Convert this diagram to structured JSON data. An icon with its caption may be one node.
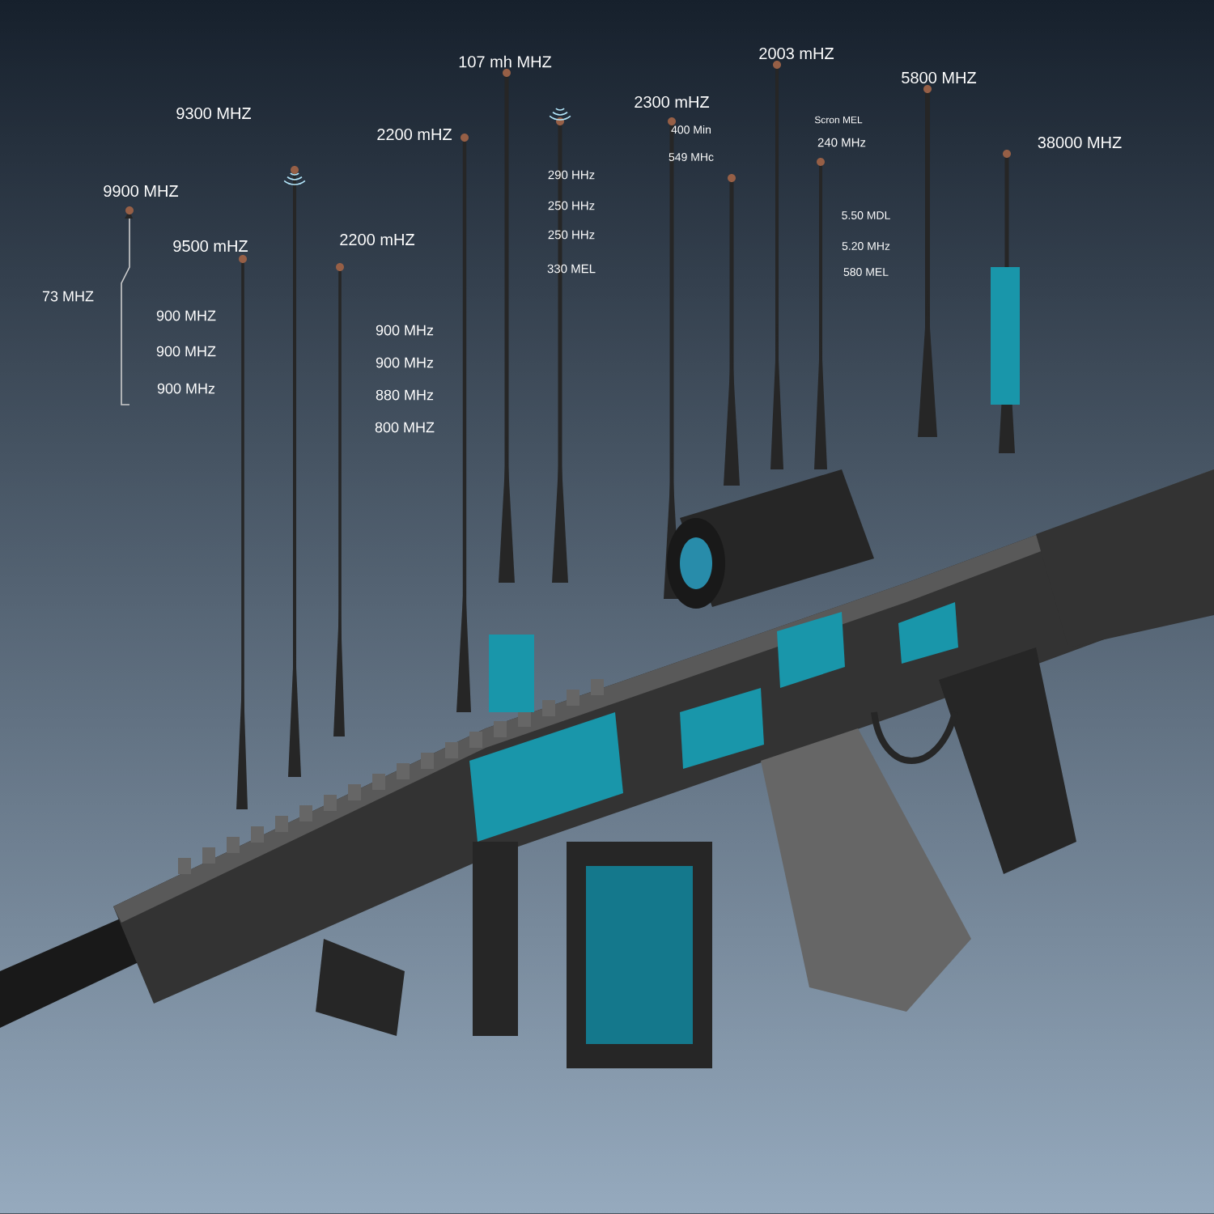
{
  "diagram": {
    "labels": [
      "107 mh MHZ",
      "2003 mHZ",
      "5800 MHZ",
      "9300 MHZ",
      "2300 mHZ",
      "2200 mHZ",
      "Scron MEL",
      "400 Min",
      "38000 MHZ",
      "240 MHz",
      "549 MHc",
      "290 HHz",
      "9900 MHZ",
      "250 HHz",
      "5.50 MDL",
      "2200 mHZ",
      "9500 mHZ",
      "250 HHz",
      "5.20 MHz",
      "580 MEL",
      "330 MEL",
      "73 MHZ",
      "900 MHZ",
      "900 MHZ",
      "900 MHz",
      "900 MHz",
      "900 MHz",
      "880 MHz",
      "800 MHZ"
    ]
  }
}
